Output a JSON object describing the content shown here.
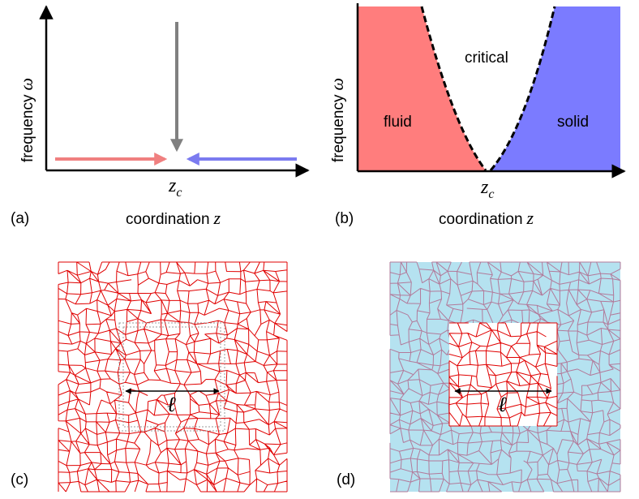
{
  "panels": {
    "a": {
      "tag": "(a)",
      "y_label_text": "frequency",
      "y_label_symbol": "ω",
      "x_label_text": "coordination",
      "x_label_symbol": "z",
      "tick_base": "z",
      "tick_sub": "c",
      "arrow_colors": {
        "left": "#f08080",
        "right": "#7b7bf0",
        "down": "#808080"
      }
    },
    "b": {
      "tag": "(b)",
      "y_label_text": "frequency",
      "y_label_symbol": "ω",
      "x_label_text": "coordination",
      "x_label_symbol": "z",
      "tick_base": "z",
      "tick_sub": "c",
      "region_fluid": "fluid",
      "region_critical": "critical",
      "region_solid": "solid",
      "colors": {
        "fluid": "#ff7d7d",
        "solid": "#7b7bff"
      }
    },
    "c": {
      "tag": "(c)",
      "length_symbol": "ℓ",
      "colors": {
        "network": "#e00000",
        "background": "#ffffff",
        "box": "#999999"
      }
    },
    "d": {
      "tag": "(d)",
      "length_symbol": "ℓ",
      "colors": {
        "network_outer": "#b27a9a",
        "network_inner": "#e00000",
        "background": "#b5e2f0",
        "inner_background": "#ffffff"
      }
    }
  }
}
